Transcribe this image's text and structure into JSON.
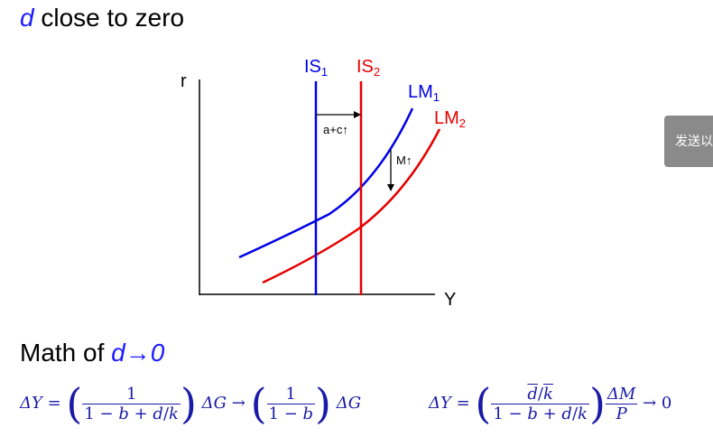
{
  "title": {
    "var": "d",
    "rest": " close to zero"
  },
  "subtitle": {
    "prefix": "Math of ",
    "expr": "d→0"
  },
  "side_button": {
    "label": "发送以"
  },
  "diagram": {
    "y_axis_label": "r",
    "x_axis_label": "Y",
    "is1": {
      "base": "IS",
      "sub": "1",
      "color": "#0000e6"
    },
    "is2": {
      "base": "IS",
      "sub": "2",
      "color": "#e60000"
    },
    "lm1": {
      "base": "LM",
      "sub": "1",
      "color": "#0000e6"
    },
    "lm2": {
      "base": "LM",
      "sub": "2",
      "color": "#e60000"
    },
    "shift_label": "a+c↑",
    "money_label": "M↑"
  },
  "equations": {
    "eq1": {
      "lhs": "ΔY =",
      "f1_num": "1",
      "f1_den_a": "1 − ",
      "f1_den_b": "b",
      "f1_den_c": " + ",
      "f1_den_d": "d",
      "f1_den_e": "/",
      "f1_den_f": "k",
      "mid": "ΔG →",
      "f2_num": "1",
      "f2_den_a": "1 − ",
      "f2_den_b": "b",
      "tail": "ΔG"
    },
    "eq2": {
      "lhs": "ΔY =",
      "f1_num_a": "d",
      "f1_num_b": "/",
      "f1_num_c": "k",
      "f1_den_a": "1 − ",
      "f1_den_b": "b",
      "f1_den_c": " + ",
      "f1_den_d": "d",
      "f1_den_e": "/",
      "f1_den_f": "k",
      "f2_num": "ΔM",
      "f2_den": "P",
      "tail": "→ 0"
    }
  }
}
